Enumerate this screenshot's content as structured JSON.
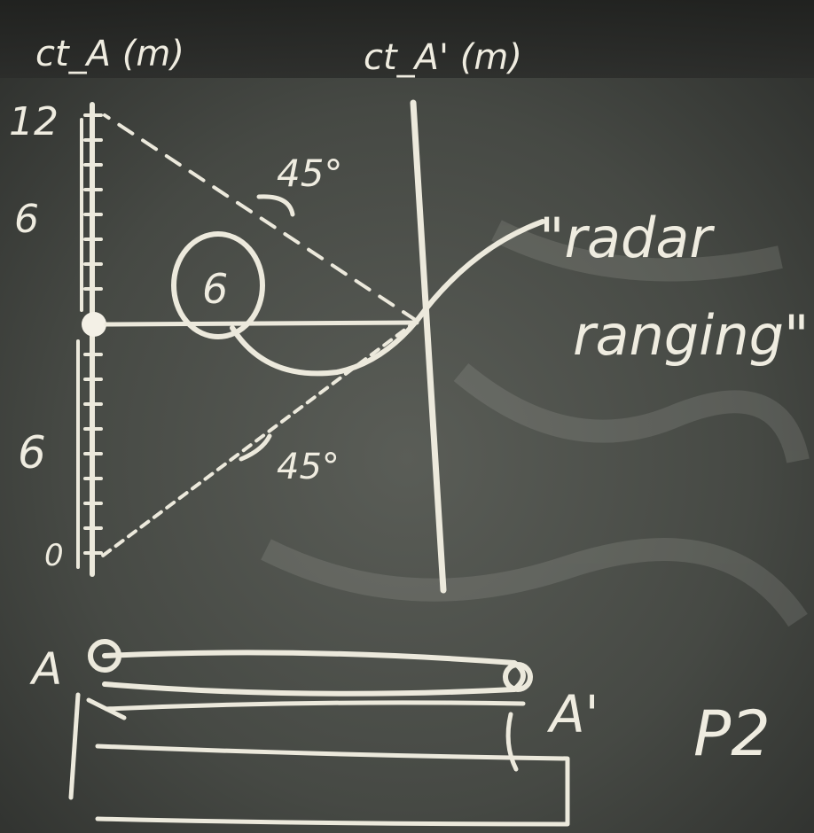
{
  "board": {
    "colors": {
      "board": "#3b3d3a",
      "board_light": "#555852",
      "chalk": "#efece0"
    },
    "left_axis_label": "ct_A (m)",
    "right_axis_label": "ct_A' (m)",
    "left_axis_ticks": [
      "12",
      "6",
      "6",
      "0"
    ],
    "angle_top": "45°",
    "angle_bottom": "45°",
    "circled_value": "6",
    "quote_line1": "\"radar",
    "quote_line2": "ranging\"",
    "clock_A": "A",
    "clock_A_prime": "A'",
    "page_label": "P2"
  }
}
